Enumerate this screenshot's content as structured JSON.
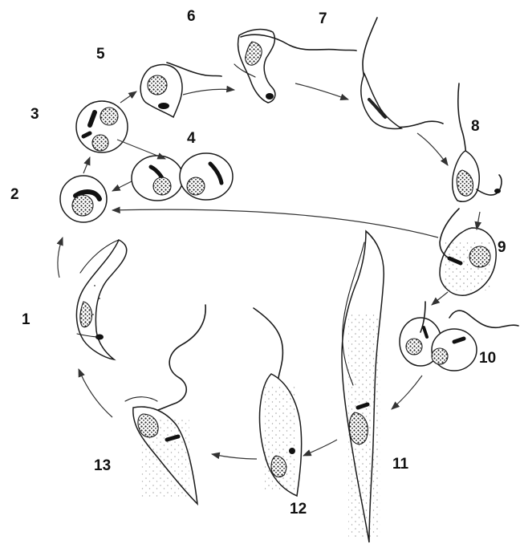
{
  "figure": {
    "stage_labels": [
      {
        "id": "stage-1",
        "text": "1"
      },
      {
        "id": "stage-2",
        "text": "2"
      },
      {
        "id": "stage-3",
        "text": "3"
      },
      {
        "id": "stage-4",
        "text": "4"
      },
      {
        "id": "stage-5",
        "text": "5"
      },
      {
        "id": "stage-6",
        "text": "6"
      },
      {
        "id": "stage-7",
        "text": "7"
      },
      {
        "id": "stage-8",
        "text": "8"
      },
      {
        "id": "stage-9",
        "text": "9"
      },
      {
        "id": "stage-10",
        "text": "10"
      },
      {
        "id": "stage-11",
        "text": "11"
      },
      {
        "id": "stage-12",
        "text": "12"
      },
      {
        "id": "stage-13",
        "text": "13"
      }
    ],
    "colors": {
      "ink": "#1a1a1a",
      "background": "#ffffff"
    }
  }
}
